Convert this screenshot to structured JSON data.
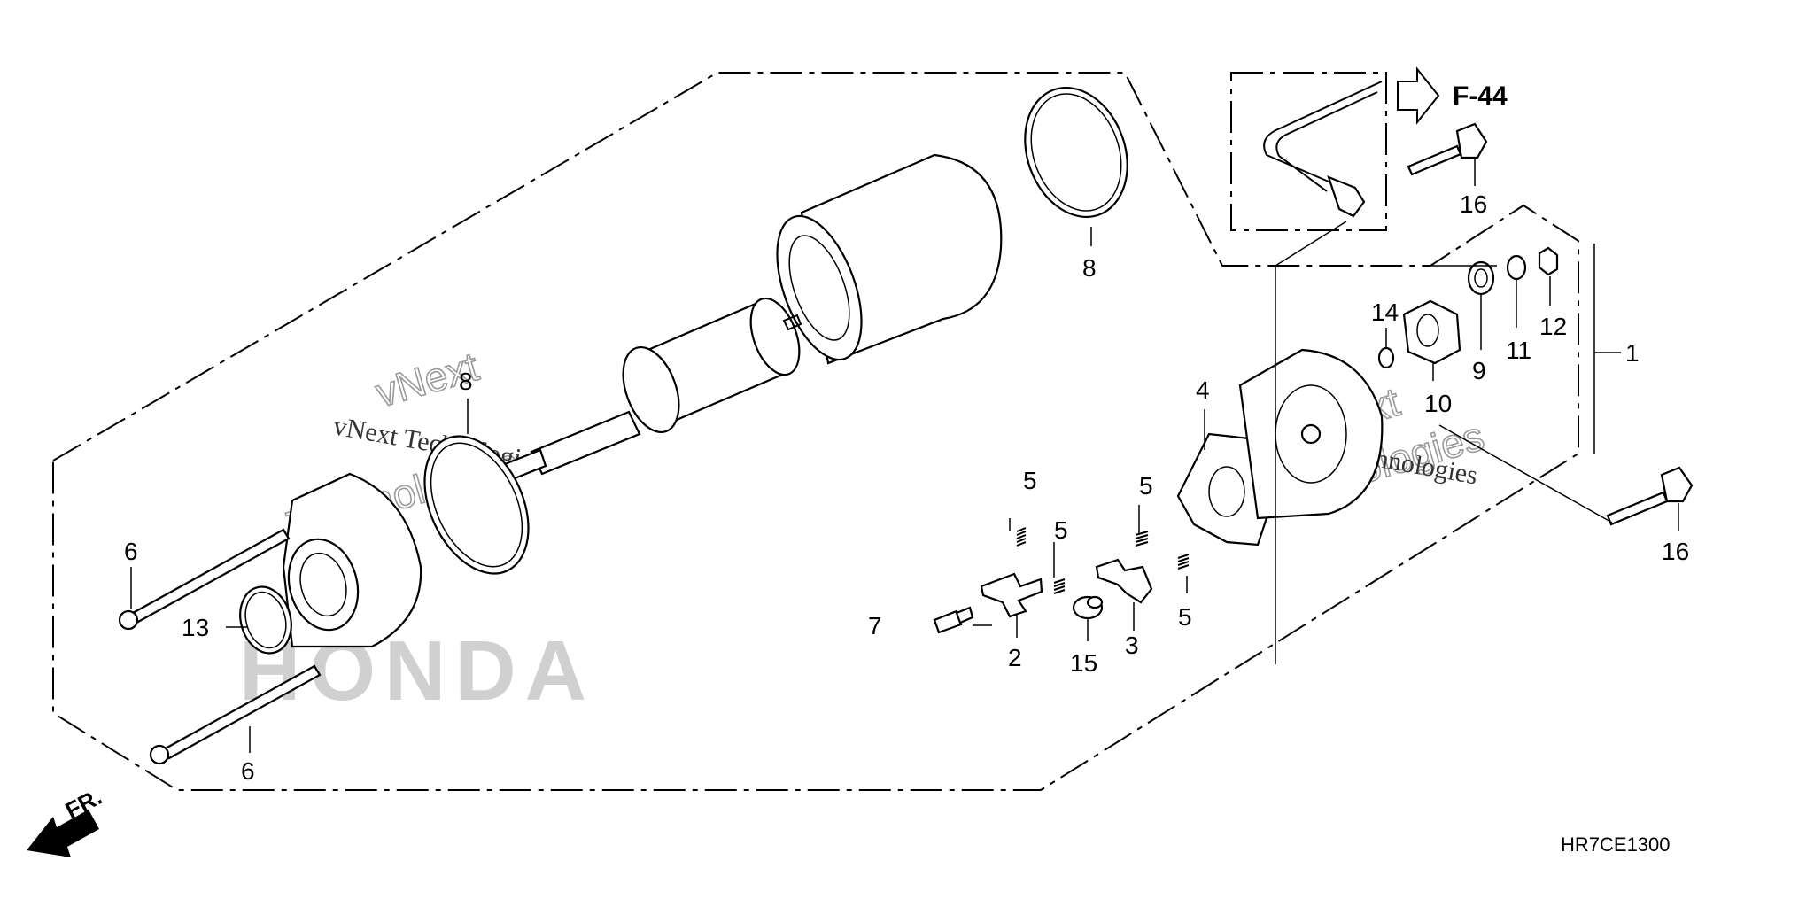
{
  "diagram": {
    "ref_section": "F-44",
    "diagram_code": "HR7CE1300",
    "front_marker": "FR.",
    "watermark_brand": "vNext",
    "watermark_text": "vNext Technologies",
    "watermark_sub": "Technologies",
    "honda_mark": "HONDA"
  },
  "callouts": [
    {
      "id": "c1",
      "text": "1"
    },
    {
      "id": "c2",
      "text": "2"
    },
    {
      "id": "c3",
      "text": "3"
    },
    {
      "id": "c4",
      "text": "4"
    },
    {
      "id": "c5a",
      "text": "5"
    },
    {
      "id": "c5b",
      "text": "5"
    },
    {
      "id": "c5c",
      "text": "5"
    },
    {
      "id": "c5d",
      "text": "5"
    },
    {
      "id": "c6a",
      "text": "6"
    },
    {
      "id": "c6b",
      "text": "6"
    },
    {
      "id": "c7",
      "text": "7"
    },
    {
      "id": "c8a",
      "text": "8"
    },
    {
      "id": "c8b",
      "text": "8"
    },
    {
      "id": "c9",
      "text": "9"
    },
    {
      "id": "c10",
      "text": "10"
    },
    {
      "id": "c11",
      "text": "11"
    },
    {
      "id": "c12",
      "text": "12"
    },
    {
      "id": "c13",
      "text": "13"
    },
    {
      "id": "c14",
      "text": "14"
    },
    {
      "id": "c15",
      "text": "15"
    },
    {
      "id": "c16a",
      "text": "16"
    },
    {
      "id": "c16b",
      "text": "16"
    }
  ]
}
